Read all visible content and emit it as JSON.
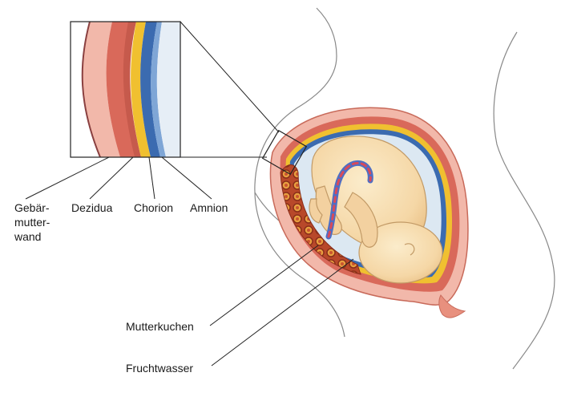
{
  "labels": {
    "gebaermutterwand": [
      "Gebär-",
      "mutter-",
      "wand"
    ],
    "dezidua": "Dezidua",
    "chorion": "Chorion",
    "amnion": "Amnion",
    "mutterkuchen": "Mutterkuchen",
    "fruchtwasser": "Fruchtwasser"
  },
  "colors": {
    "uterine_wall": "#f2b8aa",
    "decidua": "#d9695a",
    "chorion": "#f0c030",
    "amnion": "#3b6bb0",
    "amniotic_fluid": "#dce8f2",
    "fetus_skin": "#f7dcae",
    "placenta": "#c9552f",
    "umbilical_cord_artery": "#d84a5a",
    "umbilical_cord_vein": "#4e6fc4",
    "outline": "#555555"
  }
}
